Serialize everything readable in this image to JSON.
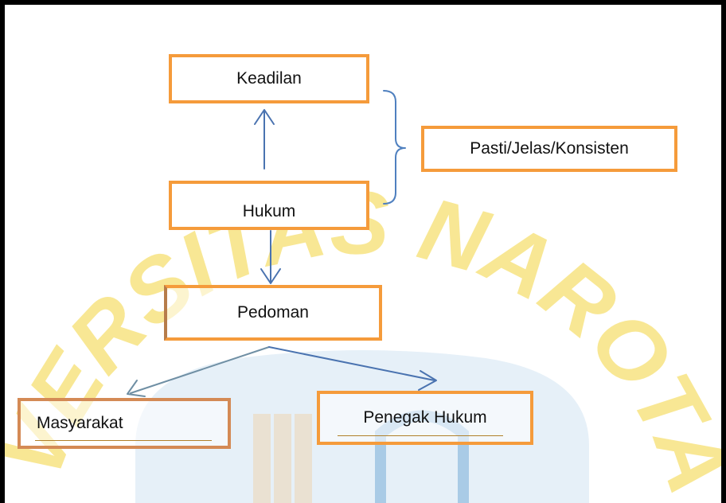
{
  "diagram": {
    "nodes": {
      "keadilan": "Keadilan",
      "hukum": "Hukum",
      "pedoman": "Pedoman",
      "pasti": "Pasti/Jelas/Konsisten",
      "masyarakat": "Masyarakat",
      "penegak_hukum": "Penegak Hukum"
    },
    "edges": [
      {
        "from": "hukum",
        "to": "keadilan"
      },
      {
        "from": "hukum",
        "to": "pedoman"
      },
      {
        "from": "pedoman",
        "to": "masyarakat"
      },
      {
        "from": "pedoman",
        "to": "penegak_hukum"
      }
    ],
    "bracket": {
      "groups": [
        "keadilan",
        "hukum"
      ],
      "label_node": "pasti"
    }
  },
  "watermark": {
    "text": "UNIVERSITAS NAROTAMA",
    "colors": {
      "text": "#f7e27a",
      "building": "#eae1d2",
      "arch": "#e6f0f8",
      "accent": "#a9cbe6"
    }
  },
  "colors": {
    "node_border": "#f59b3b",
    "arrow": "#4a73b0",
    "bracket": "#4f80bf",
    "frame": "#000000"
  }
}
